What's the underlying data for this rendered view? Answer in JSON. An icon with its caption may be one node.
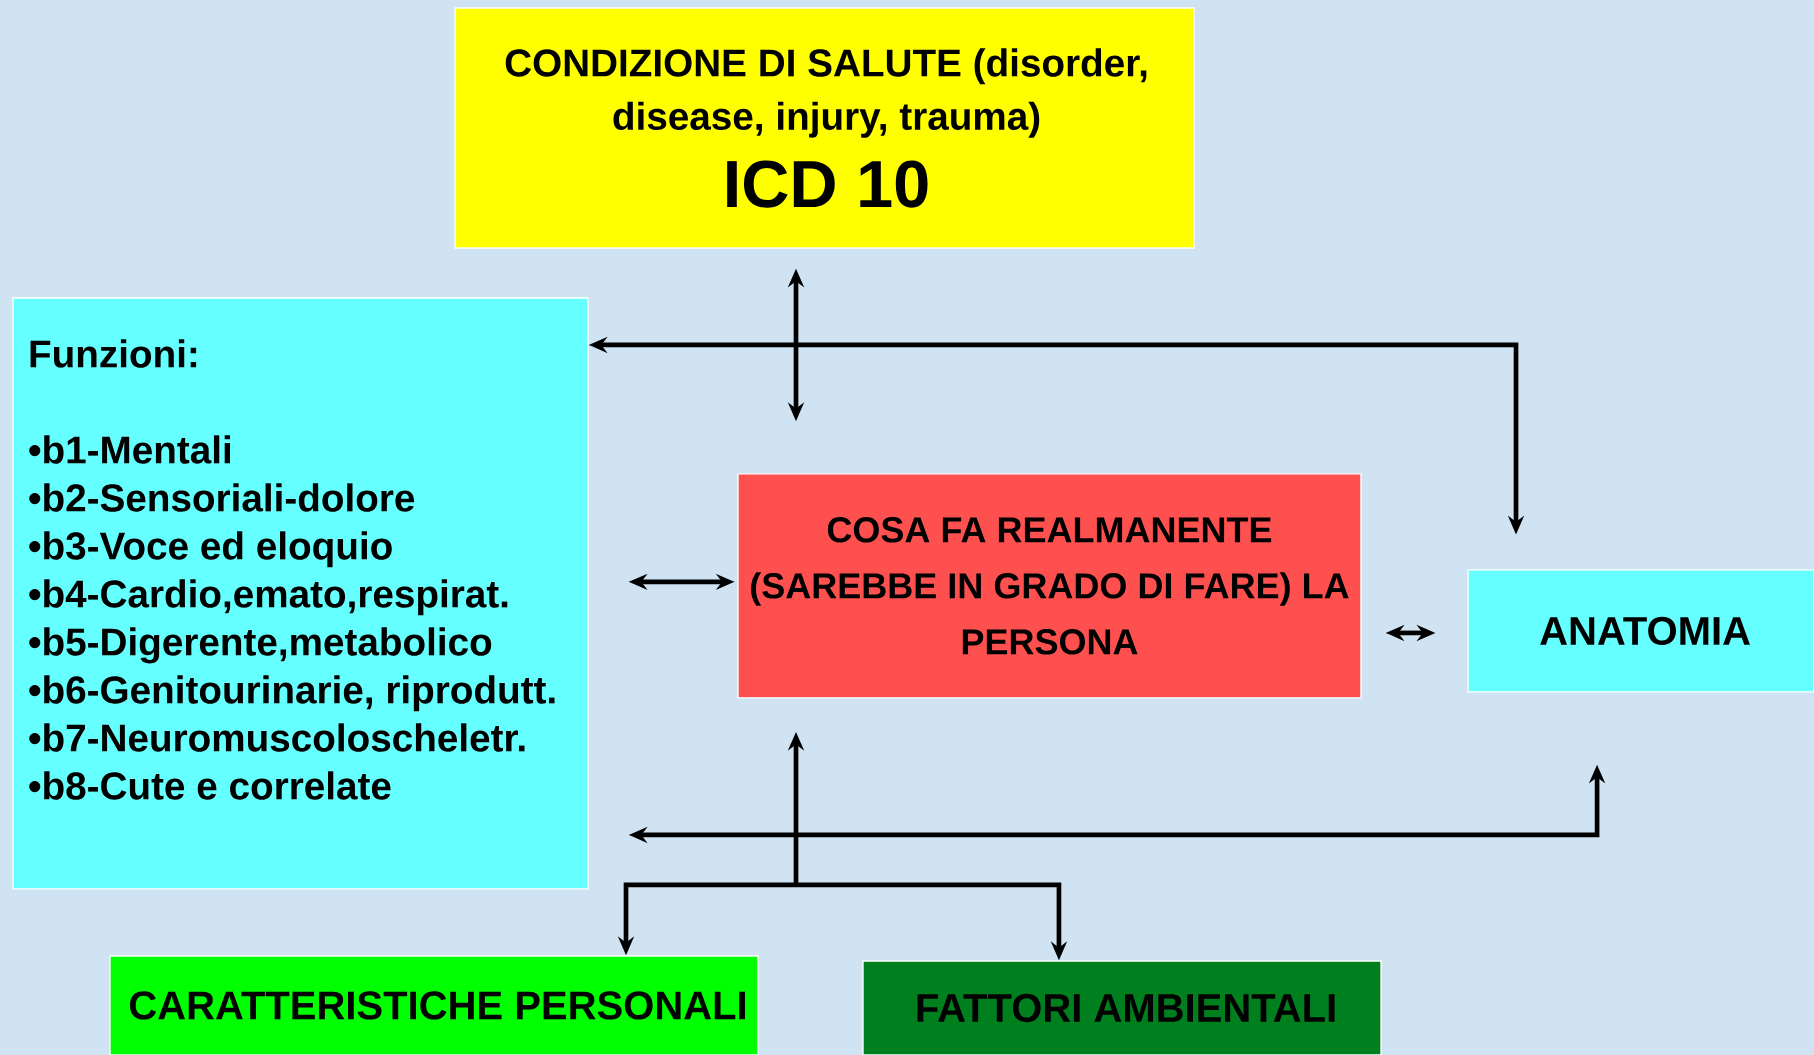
{
  "diagram": {
    "nodes": [
      {
        "text": [
          "CONDIZIONE DI SALUTE (disorder, disease, injury, trauma)",
          "ICD 10"
        ]
      },
      {
        "text": [
          "Funzioni:",
          "•b1-Mentali",
          "•b2-Sensoriali-dolore",
          "•b3-Voce ed eloquio",
          "•b4-Cardio,emato,respirat.",
          "•b5-Digerente,metabolico",
          "•b6-Genitourinarie, riprodutt.",
          "•b7-Neuromuscoloscheletr.",
          "•b8-Cute e correlate"
        ]
      },
      {
        "text": [
          "COSA FA REALMANENTE (SAREBBE IN GRADO DI FARE) LA PERSONA"
        ]
      },
      {
        "text": [
          "ANATOMIA"
        ]
      },
      {
        "text": [
          "CARATTERISTICHE PERSONALI"
        ]
      },
      {
        "text": [
          "FATTORI AMBIENTALI"
        ]
      }
    ],
    "edges": [
      {
        "from": 0,
        "to": 2,
        "arrow": "both"
      },
      {
        "from": 1,
        "to": 3,
        "arrow": "both"
      },
      {
        "from": 1,
        "to": 2,
        "arrow": "both"
      },
      {
        "from": 2,
        "to": 3,
        "arrow": "both"
      },
      {
        "from": 2,
        "to": 4,
        "arrow": "both"
      },
      {
        "from": 2,
        "to": 5,
        "arrow": "both"
      },
      {
        "from": 1,
        "to": 3,
        "arrow": "both"
      }
    ]
  }
}
